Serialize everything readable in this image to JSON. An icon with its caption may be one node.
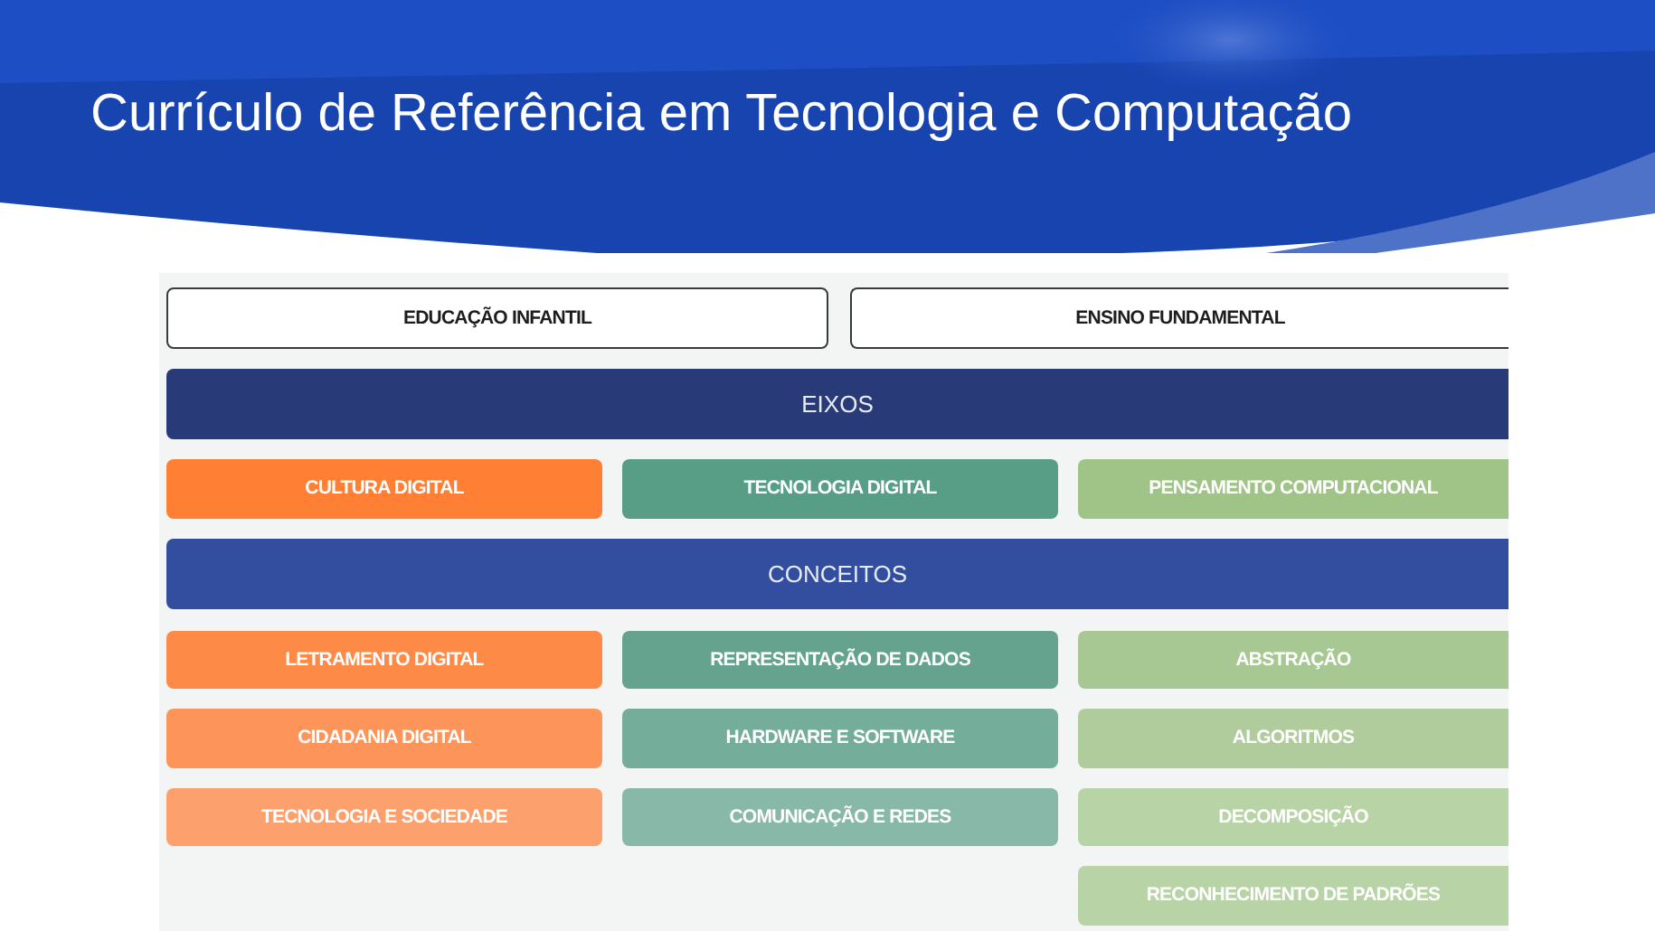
{
  "diagram": {
    "title": "Currículo de Referência em Tecnologia e Computação",
    "nodes": [
      {
        "text": [
          "EDUCAÇÃO INFANTIL"
        ]
      },
      {
        "text": [
          "ENSINO FUNDAMENTAL"
        ]
      },
      {
        "text": [
          "EIXOS"
        ]
      },
      {
        "text": [
          "CULTURA DIGITAL"
        ]
      },
      {
        "text": [
          "TECNOLOGIA DIGITAL"
        ]
      },
      {
        "text": [
          "PENSAMENTO COMPUTACIONAL"
        ]
      },
      {
        "text": [
          "CONCEITOS"
        ]
      },
      {
        "text": [
          "LETRAMENTO DIGITAL"
        ]
      },
      {
        "text": [
          "REPRESENTAÇÃO DE DADOS"
        ]
      },
      {
        "text": [
          "ABSTRAÇÃO"
        ]
      },
      {
        "text": [
          "CIDADANIA DIGITAL"
        ]
      },
      {
        "text": [
          "HARDWARE E SOFTWARE"
        ]
      },
      {
        "text": [
          "ALGORITMOS"
        ]
      },
      {
        "text": [
          "TECNOLOGIA E SOCIEDADE"
        ]
      },
      {
        "text": [
          "COMUNICAÇÃO E REDES"
        ]
      },
      {
        "text": [
          "DECOMPOSIÇÃO"
        ]
      },
      {
        "text": [
          "RECONHECIMENTO DE PADRÕES"
        ]
      }
    ]
  }
}
